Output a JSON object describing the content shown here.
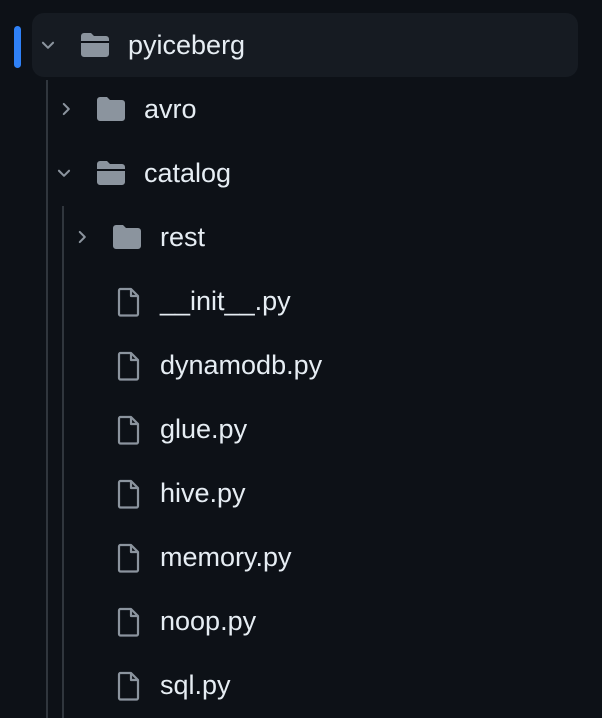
{
  "tree": {
    "root": {
      "label": "pyiceberg",
      "expanded": true,
      "icon": "folder-open-icon"
    },
    "items": [
      {
        "label": "avro",
        "type": "folder",
        "expanded": false,
        "icon": "folder-icon"
      },
      {
        "label": "catalog",
        "type": "folder",
        "expanded": true,
        "icon": "folder-open-icon"
      },
      {
        "label": "rest",
        "type": "folder",
        "expanded": false,
        "icon": "folder-icon"
      },
      {
        "label": "__init__.py",
        "type": "file",
        "icon": "file-icon"
      },
      {
        "label": "dynamodb.py",
        "type": "file",
        "icon": "file-icon"
      },
      {
        "label": "glue.py",
        "type": "file",
        "icon": "file-icon"
      },
      {
        "label": "hive.py",
        "type": "file",
        "icon": "file-icon"
      },
      {
        "label": "memory.py",
        "type": "file",
        "icon": "file-icon"
      },
      {
        "label": "noop.py",
        "type": "file",
        "icon": "file-icon"
      },
      {
        "label": "sql.py",
        "type": "file",
        "icon": "file-icon"
      }
    ]
  },
  "colors": {
    "background": "#0d1117",
    "selected_row": "#161b22",
    "accent": "#2f81f7",
    "text": "#e6edf3",
    "icon": "#8b949e",
    "guide": "#30363d"
  }
}
